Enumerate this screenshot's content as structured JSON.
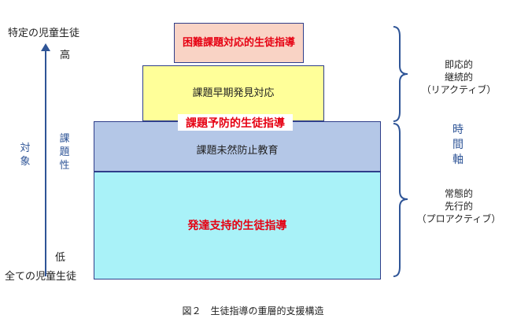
{
  "pyramid": {
    "tier1": "困難課題対応的生徒指導",
    "tier2": "課題早期発見対応",
    "tier2_callout": "課題予防的生徒指導",
    "tier3": "課題未然防止教育",
    "tier4": "発達支持的生徒指導"
  },
  "left_axis": {
    "top_label": "特定の児童生徒",
    "high_label": "高",
    "low_label": "低",
    "bottom_label": "全ての児童生徒",
    "target_label": "対象",
    "issue_label": "課題性"
  },
  "right_axis": {
    "time_axis_label": "時間軸",
    "reactive": [
      "即応的",
      "継続的",
      "（リアクティブ）"
    ],
    "proactive": [
      "常態的",
      "先行的",
      "（プロアクティブ）"
    ]
  },
  "caption": "図２　生徒指導の重層的支援構造",
  "colors": {
    "accent_red": "#e60012",
    "axis_blue": "#2f5597",
    "tier1_fill": "#f9d3c5",
    "tier2_fill": "#ffff99",
    "tier3_fill": "#b4c7e7",
    "tier4_fill": "#a9f2f8"
  }
}
